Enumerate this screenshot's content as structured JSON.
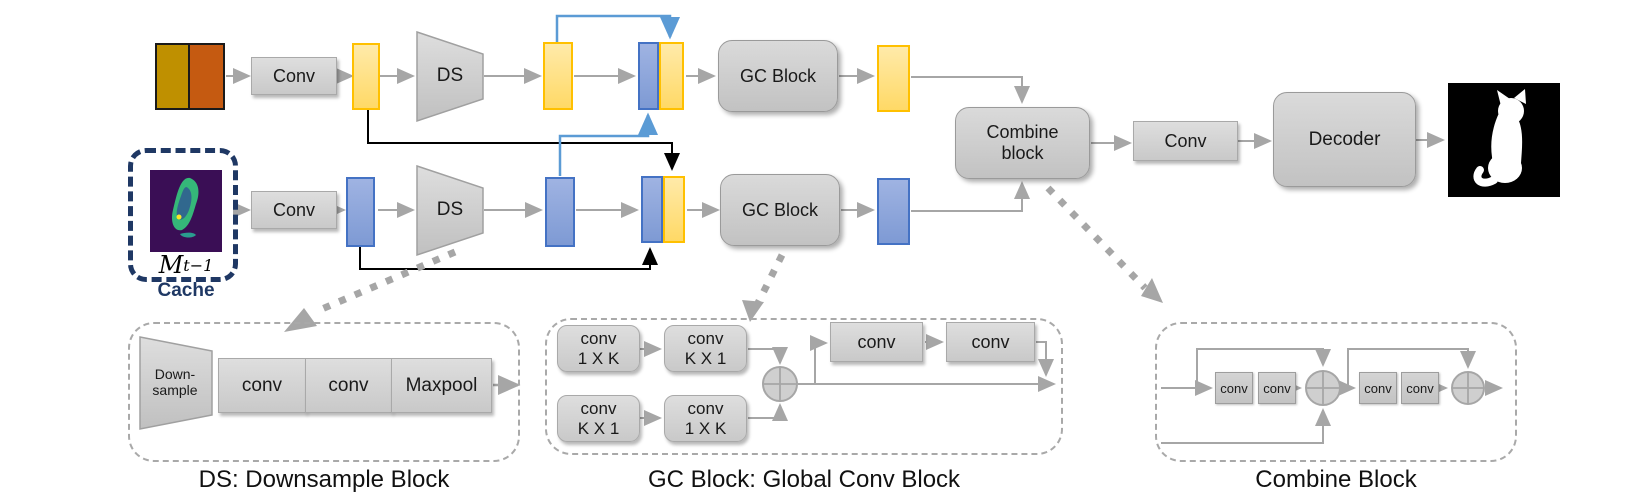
{
  "colors": {
    "yellow_fill": "#FFE699",
    "yellow_border": "#FFC000",
    "blue_fill": "#8FAADC",
    "blue_border": "#4472C4",
    "gray_fill": "#D6D6D6",
    "gray_border": "#A6A6A6",
    "blue_connector": "#5B9BD5",
    "black_connector": "#000000",
    "cache_navy": "#1F3864",
    "frame_gold": "#BF9000",
    "frame_orange": "#C55A11",
    "mask_bg": "#3A0E55",
    "mask_green": "#35B779",
    "mask_teal": "#31688E",
    "mask_yellow": "#FDE725"
  },
  "top_stream": {
    "conv_label": "Conv",
    "ds_label": "DS",
    "gc_label": "GC Block"
  },
  "bottom_stream": {
    "conv_label": "Conv",
    "ds_label": "DS",
    "gc_label": "GC Block"
  },
  "cache": {
    "var": "M",
    "sub": "t−1",
    "label": "Cache"
  },
  "combine_block": {
    "line1": "Combine",
    "line2": "block"
  },
  "head": {
    "conv_label": "Conv",
    "decoder_label": "Decoder"
  },
  "ds_detail": {
    "trap_line1": "Down-",
    "trap_line2": "sample",
    "boxes": [
      "conv",
      "conv",
      "Maxpool"
    ],
    "caption": "DS: Downsample Block"
  },
  "gc_detail": {
    "top_path": [
      {
        "l1": "conv",
        "l2": "1 X K"
      },
      {
        "l1": "conv",
        "l2": "K X 1"
      }
    ],
    "bottom_path": [
      {
        "l1": "conv",
        "l2": "K X 1"
      },
      {
        "l1": "conv",
        "l2": "1 X K"
      }
    ],
    "tail": [
      "conv",
      "conv"
    ],
    "caption": "GC Block: Global Conv Block"
  },
  "combine_detail": {
    "convs": [
      "conv",
      "conv",
      "conv",
      "conv"
    ],
    "caption": "Combine Block"
  }
}
